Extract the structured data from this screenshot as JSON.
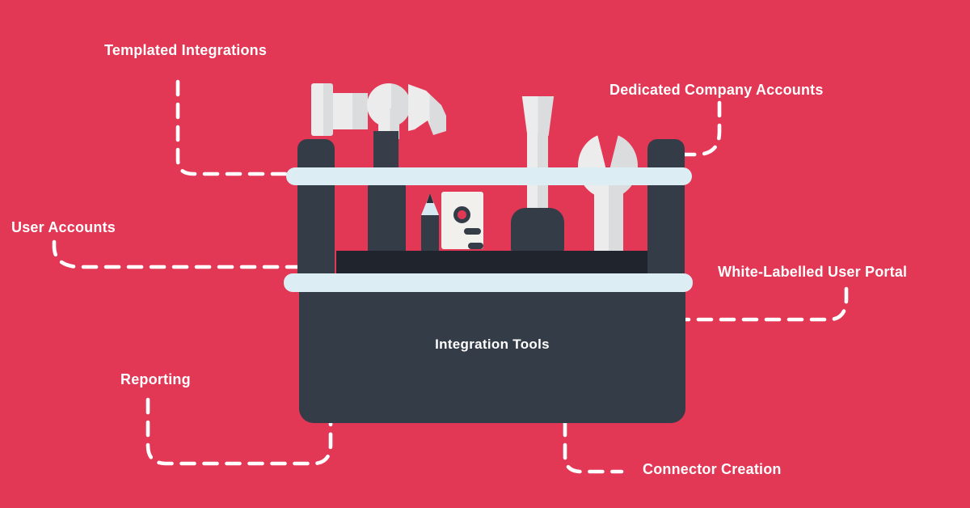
{
  "figure": {
    "type": "toolbox-feature-infographic",
    "center_label": "Integration Tools"
  },
  "labels": {
    "templated_integrations": "Templated Integrations",
    "dedicated_company_accounts": "Dedicated Company Accounts",
    "user_accounts": "User Accounts",
    "white_labelled_user_portal": "White-Labelled User Portal",
    "reporting": "Reporting",
    "connector_creation": "Connector Creation"
  },
  "icons": {
    "toolbox": "toolbox-icon",
    "hammer": "hammer-icon",
    "pencil": "pencil-icon",
    "note_card": "note-card-icon",
    "screwdriver": "screwdriver-icon",
    "wrench": "wrench-icon"
  },
  "colors": {
    "background": "#E23755",
    "toolbox_body": "#343C48",
    "toolbox_tray": "#1F242D",
    "rail_blue": "#DCEDF4",
    "tool_gray_light": "#ECECEC",
    "tool_gray_shade": "#DBDCDD",
    "card_white": "#F1F0ED",
    "text_white": "#FFFFFF"
  }
}
